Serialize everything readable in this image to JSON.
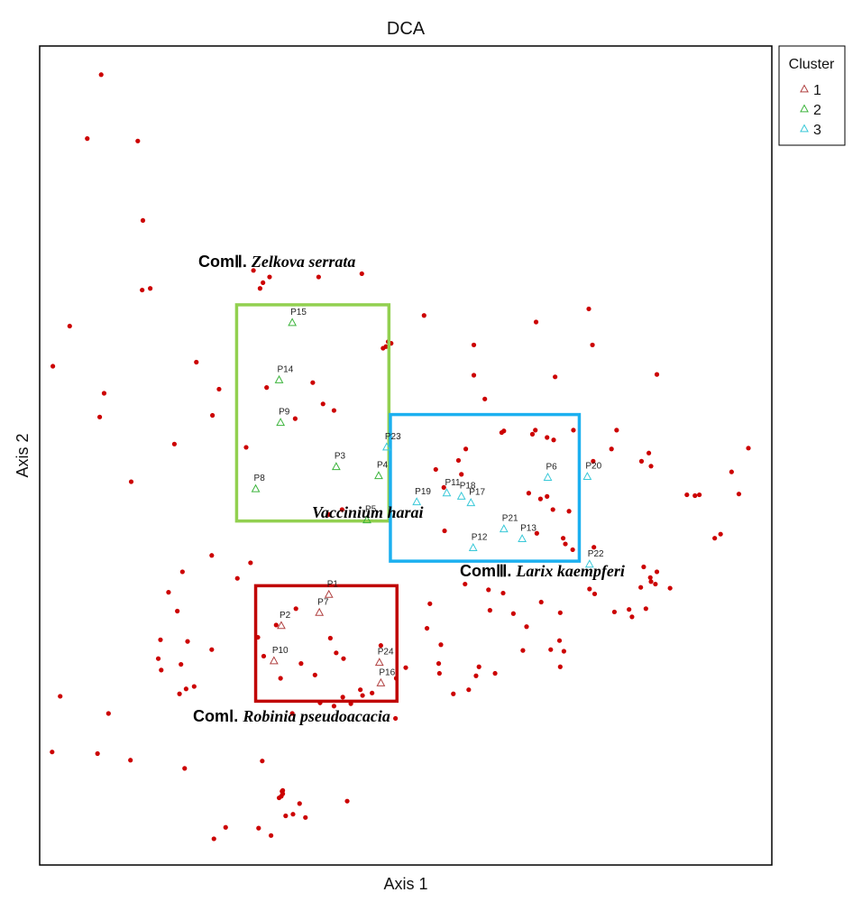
{
  "chart_data": {
    "type": "scatter",
    "title": "DCA",
    "xlabel": "Axis 1",
    "ylabel": "Axis 2",
    "xlim": [
      0,
      100
    ],
    "ylim": [
      0,
      100
    ],
    "grid": false,
    "legend": {
      "title": "Cluster",
      "position": "right-top",
      "entries": [
        {
          "label": "1",
          "color": "#b04040"
        },
        {
          "label": "2",
          "color": "#3cb43c"
        },
        {
          "label": "3",
          "color": "#38c8d8"
        }
      ]
    },
    "species_color": "#cc0000",
    "species_points": [
      [
        8.4,
        96.5
      ],
      [
        6.5,
        88.7
      ],
      [
        13.4,
        88.4
      ],
      [
        14.1,
        78.7
      ],
      [
        14.0,
        70.2
      ],
      [
        15.1,
        70.4
      ],
      [
        4.1,
        65.8
      ],
      [
        1.8,
        60.9
      ],
      [
        8.8,
        57.6
      ],
      [
        8.2,
        54.7
      ],
      [
        12.5,
        46.8
      ],
      [
        18.4,
        51.4
      ],
      [
        23.6,
        54.9
      ],
      [
        21.4,
        61.4
      ],
      [
        24.5,
        58.1
      ],
      [
        29.2,
        72.6
      ],
      [
        30.5,
        71.1
      ],
      [
        31.4,
        71.8
      ],
      [
        30.1,
        70.4
      ],
      [
        38.1,
        71.8
      ],
      [
        44.0,
        72.2
      ],
      [
        40.2,
        55.5
      ],
      [
        38.7,
        56.3
      ],
      [
        34.9,
        54.5
      ],
      [
        31.0,
        58.3
      ],
      [
        28.2,
        51.0
      ],
      [
        41.3,
        43.4
      ],
      [
        39.5,
        42.8
      ],
      [
        46.9,
        63.1
      ],
      [
        47.6,
        63.9
      ],
      [
        48.0,
        63.7
      ],
      [
        47.3,
        63.3
      ],
      [
        52.5,
        67.1
      ],
      [
        59.3,
        63.5
      ],
      [
        59.3,
        59.8
      ],
      [
        60.8,
        56.9
      ],
      [
        67.8,
        66.3
      ],
      [
        70.4,
        59.6
      ],
      [
        75.0,
        67.9
      ],
      [
        75.5,
        63.5
      ],
      [
        84.3,
        59.9
      ],
      [
        78.8,
        53.1
      ],
      [
        78.1,
        50.8
      ],
      [
        83.2,
        50.3
      ],
      [
        82.2,
        49.3
      ],
      [
        83.5,
        48.7
      ],
      [
        75.6,
        49.3
      ],
      [
        72.9,
        53.1
      ],
      [
        67.7,
        53.1
      ],
      [
        63.1,
        52.8
      ],
      [
        63.4,
        53.0
      ],
      [
        67.3,
        52.6
      ],
      [
        69.3,
        52.2
      ],
      [
        70.2,
        51.9
      ],
      [
        58.2,
        50.8
      ],
      [
        57.2,
        49.4
      ],
      [
        55.2,
        46.1
      ],
      [
        57.6,
        47.7
      ],
      [
        54.1,
        48.3
      ],
      [
        66.8,
        45.4
      ],
      [
        68.4,
        44.7
      ],
      [
        69.3,
        45.0
      ],
      [
        70.1,
        43.4
      ],
      [
        72.3,
        43.2
      ],
      [
        88.4,
        45.2
      ],
      [
        89.5,
        45.1
      ],
      [
        90.1,
        45.2
      ],
      [
        94.5,
        48.0
      ],
      [
        92.2,
        39.9
      ],
      [
        55.3,
        40.8
      ],
      [
        67.9,
        40.5
      ],
      [
        71.5,
        39.9
      ],
      [
        71.8,
        39.2
      ],
      [
        72.8,
        38.5
      ],
      [
        75.7,
        38.8
      ],
      [
        82.5,
        36.4
      ],
      [
        84.3,
        35.8
      ],
      [
        83.4,
        35.1
      ],
      [
        83.5,
        34.6
      ],
      [
        82.1,
        33.9
      ],
      [
        84.1,
        34.3
      ],
      [
        86.1,
        33.8
      ],
      [
        82.8,
        31.3
      ],
      [
        80.5,
        31.2
      ],
      [
        80.9,
        30.3
      ],
      [
        78.5,
        30.9
      ],
      [
        75.8,
        33.1
      ],
      [
        75.1,
        33.7
      ],
      [
        68.5,
        32.1
      ],
      [
        63.3,
        33.2
      ],
      [
        61.3,
        33.6
      ],
      [
        58.1,
        34.3
      ],
      [
        61.5,
        31.1
      ],
      [
        64.7,
        30.7
      ],
      [
        71.1,
        30.8
      ],
      [
        71.0,
        27.4
      ],
      [
        69.8,
        26.3
      ],
      [
        71.6,
        26.1
      ],
      [
        71.1,
        24.2
      ],
      [
        66.0,
        26.2
      ],
      [
        66.5,
        29.1
      ],
      [
        60.0,
        24.2
      ],
      [
        59.6,
        23.1
      ],
      [
        62.2,
        23.4
      ],
      [
        58.6,
        21.4
      ],
      [
        54.8,
        26.9
      ],
      [
        53.3,
        31.9
      ],
      [
        52.9,
        28.9
      ],
      [
        54.5,
        24.6
      ],
      [
        54.6,
        23.4
      ],
      [
        56.5,
        20.9
      ],
      [
        48.7,
        22.8
      ],
      [
        41.5,
        25.2
      ],
      [
        39.7,
        27.7
      ],
      [
        35.0,
        31.3
      ],
      [
        28.8,
        36.9
      ],
      [
        27.0,
        35.0
      ],
      [
        23.5,
        37.8
      ],
      [
        19.5,
        35.8
      ],
      [
        17.6,
        33.3
      ],
      [
        18.8,
        31.0
      ],
      [
        16.5,
        27.5
      ],
      [
        16.2,
        25.2
      ],
      [
        16.6,
        23.8
      ],
      [
        19.3,
        24.5
      ],
      [
        19.1,
        20.9
      ],
      [
        21.1,
        21.8
      ],
      [
        23.5,
        26.3
      ],
      [
        30.6,
        25.5
      ],
      [
        35.7,
        24.6
      ],
      [
        40.5,
        25.9
      ],
      [
        32.3,
        29.3
      ],
      [
        29.8,
        27.8
      ],
      [
        32.9,
        22.8
      ],
      [
        37.6,
        23.2
      ],
      [
        41.4,
        20.5
      ],
      [
        46.6,
        26.8
      ],
      [
        50.0,
        24.1
      ],
      [
        44.1,
        20.7
      ],
      [
        45.4,
        21.0
      ],
      [
        42.5,
        19.7
      ],
      [
        38.3,
        19.8
      ],
      [
        40.2,
        19.4
      ],
      [
        48.6,
        17.9
      ],
      [
        33.2,
        8.7
      ],
      [
        33.1,
        9.0
      ],
      [
        33.2,
        9.1
      ],
      [
        33.0,
        8.4
      ],
      [
        32.7,
        8.2
      ],
      [
        35.5,
        7.5
      ],
      [
        34.6,
        6.2
      ],
      [
        33.6,
        6.0
      ],
      [
        36.3,
        5.8
      ],
      [
        42.0,
        7.8
      ],
      [
        31.6,
        3.6
      ],
      [
        29.9,
        4.5
      ],
      [
        25.4,
        4.6
      ],
      [
        23.8,
        3.2
      ],
      [
        7.9,
        13.6
      ],
      [
        9.4,
        18.5
      ],
      [
        20.0,
        21.5
      ],
      [
        20.2,
        27.3
      ],
      [
        2.8,
        20.6
      ],
      [
        1.7,
        13.8
      ],
      [
        12.4,
        12.8
      ],
      [
        19.8,
        11.8
      ],
      [
        37.3,
        58.9
      ],
      [
        30.4,
        12.7
      ],
      [
        43.8,
        21.4
      ],
      [
        34.5,
        18.5
      ],
      [
        93.0,
        40.4
      ],
      [
        96.8,
        50.9
      ],
      [
        95.5,
        45.3
      ]
    ],
    "sites": [
      {
        "label": "P1",
        "cluster": 1,
        "x": 39.5,
        "y": 33.0
      },
      {
        "label": "P2",
        "cluster": 1,
        "x": 33.0,
        "y": 29.2
      },
      {
        "label": "P7",
        "cluster": 1,
        "x": 38.2,
        "y": 30.8
      },
      {
        "label": "P10",
        "cluster": 1,
        "x": 32.0,
        "y": 24.9
      },
      {
        "label": "P24",
        "cluster": 1,
        "x": 46.4,
        "y": 24.7
      },
      {
        "label": "P16",
        "cluster": 1,
        "x": 46.6,
        "y": 22.2
      },
      {
        "label": "P15",
        "cluster": 2,
        "x": 34.5,
        "y": 66.2
      },
      {
        "label": "P14",
        "cluster": 2,
        "x": 32.7,
        "y": 59.2
      },
      {
        "label": "P9",
        "cluster": 2,
        "x": 32.9,
        "y": 54.0
      },
      {
        "label": "P3",
        "cluster": 2,
        "x": 40.5,
        "y": 48.6
      },
      {
        "label": "P4",
        "cluster": 2,
        "x": 46.3,
        "y": 47.5
      },
      {
        "label": "P8",
        "cluster": 2,
        "x": 29.5,
        "y": 45.9
      },
      {
        "label": "P5",
        "cluster": 2,
        "x": 44.7,
        "y": 42.1
      },
      {
        "label": "P23",
        "cluster": 3,
        "x": 47.4,
        "y": 51.0
      },
      {
        "label": "P19",
        "cluster": 3,
        "x": 51.5,
        "y": 44.3
      },
      {
        "label": "P11",
        "cluster": 3,
        "x": 55.6,
        "y": 45.4
      },
      {
        "label": "P18",
        "cluster": 3,
        "x": 57.6,
        "y": 45.0
      },
      {
        "label": "P17",
        "cluster": 3,
        "x": 58.9,
        "y": 44.2
      },
      {
        "label": "P6",
        "cluster": 3,
        "x": 69.4,
        "y": 47.3
      },
      {
        "label": "P20",
        "cluster": 3,
        "x": 74.8,
        "y": 47.4
      },
      {
        "label": "P21",
        "cluster": 3,
        "x": 63.4,
        "y": 41.0
      },
      {
        "label": "P13",
        "cluster": 3,
        "x": 65.9,
        "y": 39.8
      },
      {
        "label": "P12",
        "cluster": 3,
        "x": 59.2,
        "y": 38.7
      },
      {
        "label": "P22",
        "cluster": 3,
        "x": 75.1,
        "y": 36.7
      }
    ],
    "annotations": [
      {
        "number": "ComⅡ.",
        "species": "Zelkova serrata",
        "color": "#92d050",
        "box": {
          "x0": 26.9,
          "x1": 47.7,
          "y0": 42.0,
          "y1": 68.4
        }
      },
      {
        "number": "ComⅢ.",
        "species": "Larix kaempferi",
        "color": "#1cb0f0",
        "box": {
          "x0": 47.9,
          "x1": 73.7,
          "y0": 37.1,
          "y1": 55.0
        }
      },
      {
        "number": "ComⅠ.",
        "species": "Robinia pseudoacacia",
        "color": "#c00000",
        "box": {
          "x0": 29.5,
          "x1": 48.8,
          "y0": 20.0,
          "y1": 34.1
        }
      },
      {
        "number": "",
        "species": "Vaccinium harai",
        "color": "#000000",
        "box": null
      }
    ]
  }
}
